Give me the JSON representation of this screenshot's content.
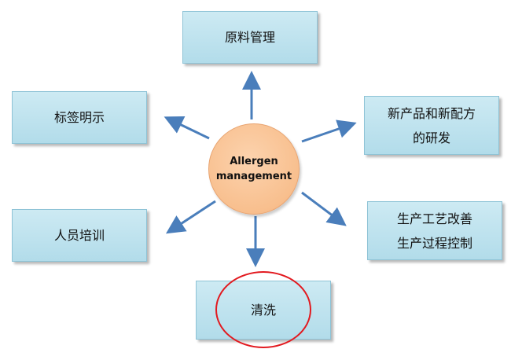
{
  "hub": {
    "line1": "Allergen",
    "line2": "management"
  },
  "nodes": {
    "raw_materials": {
      "lines": [
        "原料管理"
      ]
    },
    "labeling": {
      "lines": [
        "标签明示"
      ]
    },
    "new_products": {
      "lines": [
        "新产品和新配方",
        "的研发"
      ]
    },
    "training": {
      "lines": [
        "人员培训"
      ]
    },
    "process": {
      "lines": [
        "生产工艺改善",
        "生产过程控制"
      ]
    },
    "cleaning": {
      "lines": [
        "清洗"
      ]
    }
  },
  "colors": {
    "arrow": "#4a7ebb",
    "box_fill": "#b9e0ec",
    "hub_fill": "#f8c49a",
    "highlight_ring": "#e2191f"
  }
}
